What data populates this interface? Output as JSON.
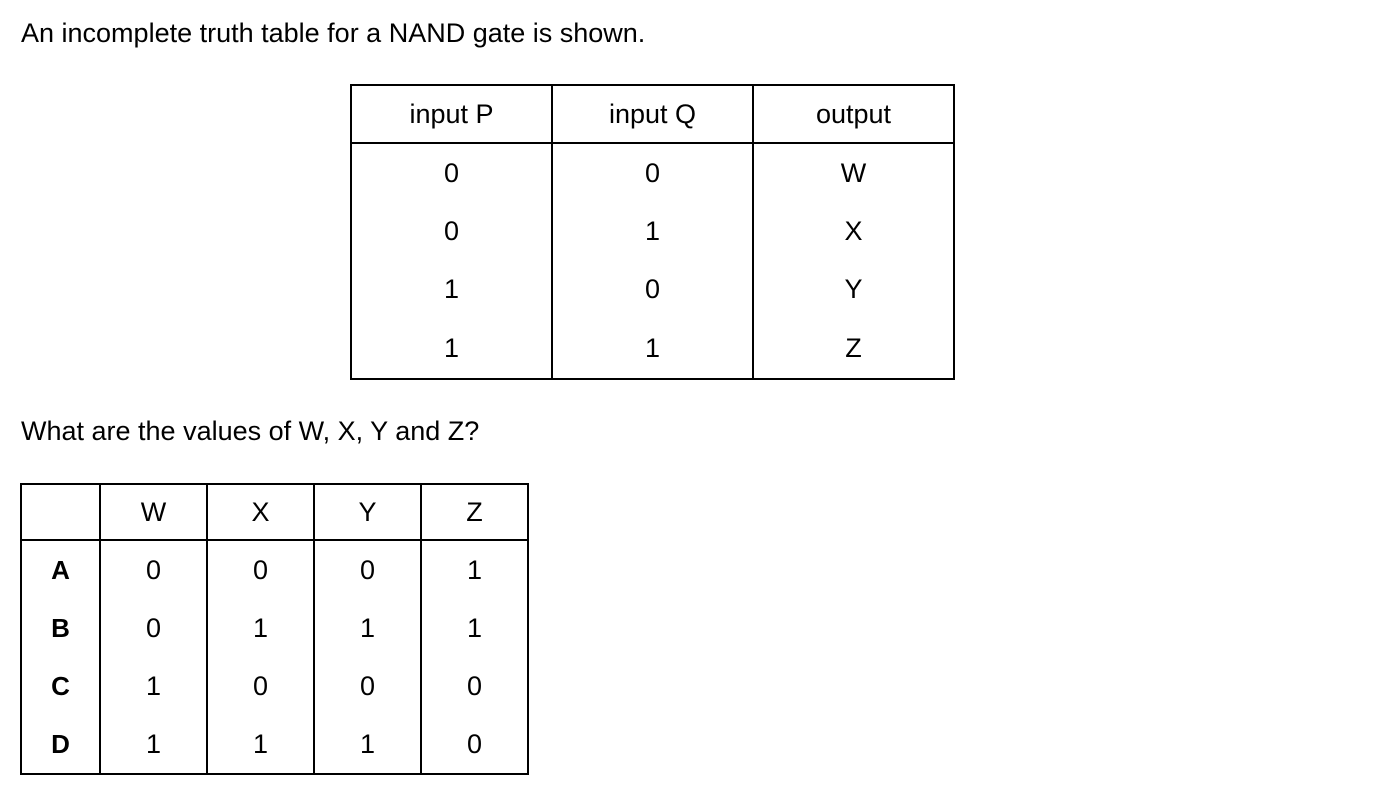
{
  "question": {
    "stem": "An incomplete truth table for a NAND gate is shown.",
    "prompt": "What are the values of W, X, Y and Z?"
  },
  "truth_table": {
    "headers": [
      "input P",
      "input Q",
      "output"
    ],
    "rows": [
      [
        "0",
        "0",
        "W"
      ],
      [
        "0",
        "1",
        "X"
      ],
      [
        "1",
        "0",
        "Y"
      ],
      [
        "1",
        "1",
        "Z"
      ]
    ]
  },
  "options_table": {
    "corner": "",
    "headers": [
      "W",
      "X",
      "Y",
      "Z"
    ],
    "rows": [
      {
        "key": "A",
        "values": [
          "0",
          "0",
          "0",
          "1"
        ]
      },
      {
        "key": "B",
        "values": [
          "0",
          "1",
          "1",
          "1"
        ]
      },
      {
        "key": "C",
        "values": [
          "1",
          "0",
          "0",
          "0"
        ]
      },
      {
        "key": "D",
        "values": [
          "1",
          "1",
          "1",
          "0"
        ]
      }
    ]
  }
}
